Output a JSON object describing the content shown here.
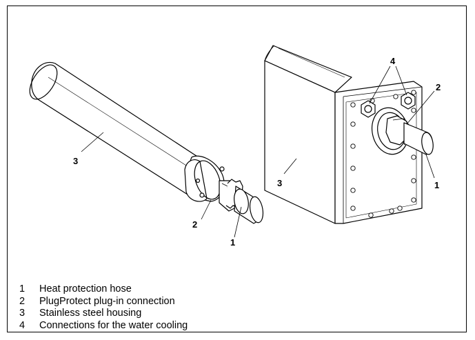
{
  "callouts": {
    "left_tube": {
      "hose": "1",
      "plug": "2",
      "housing": "3"
    },
    "right_unit": {
      "hose": "1",
      "plug": "2",
      "housing": "3",
      "water": "4"
    }
  },
  "legend": [
    {
      "num": "1",
      "text": "Heat protection hose"
    },
    {
      "num": "2",
      "text": "PlugProtect plug-in connection"
    },
    {
      "num": "3",
      "text": "Stainless steel housing"
    },
    {
      "num": "4",
      "text": "Connections for the water cooling"
    }
  ]
}
